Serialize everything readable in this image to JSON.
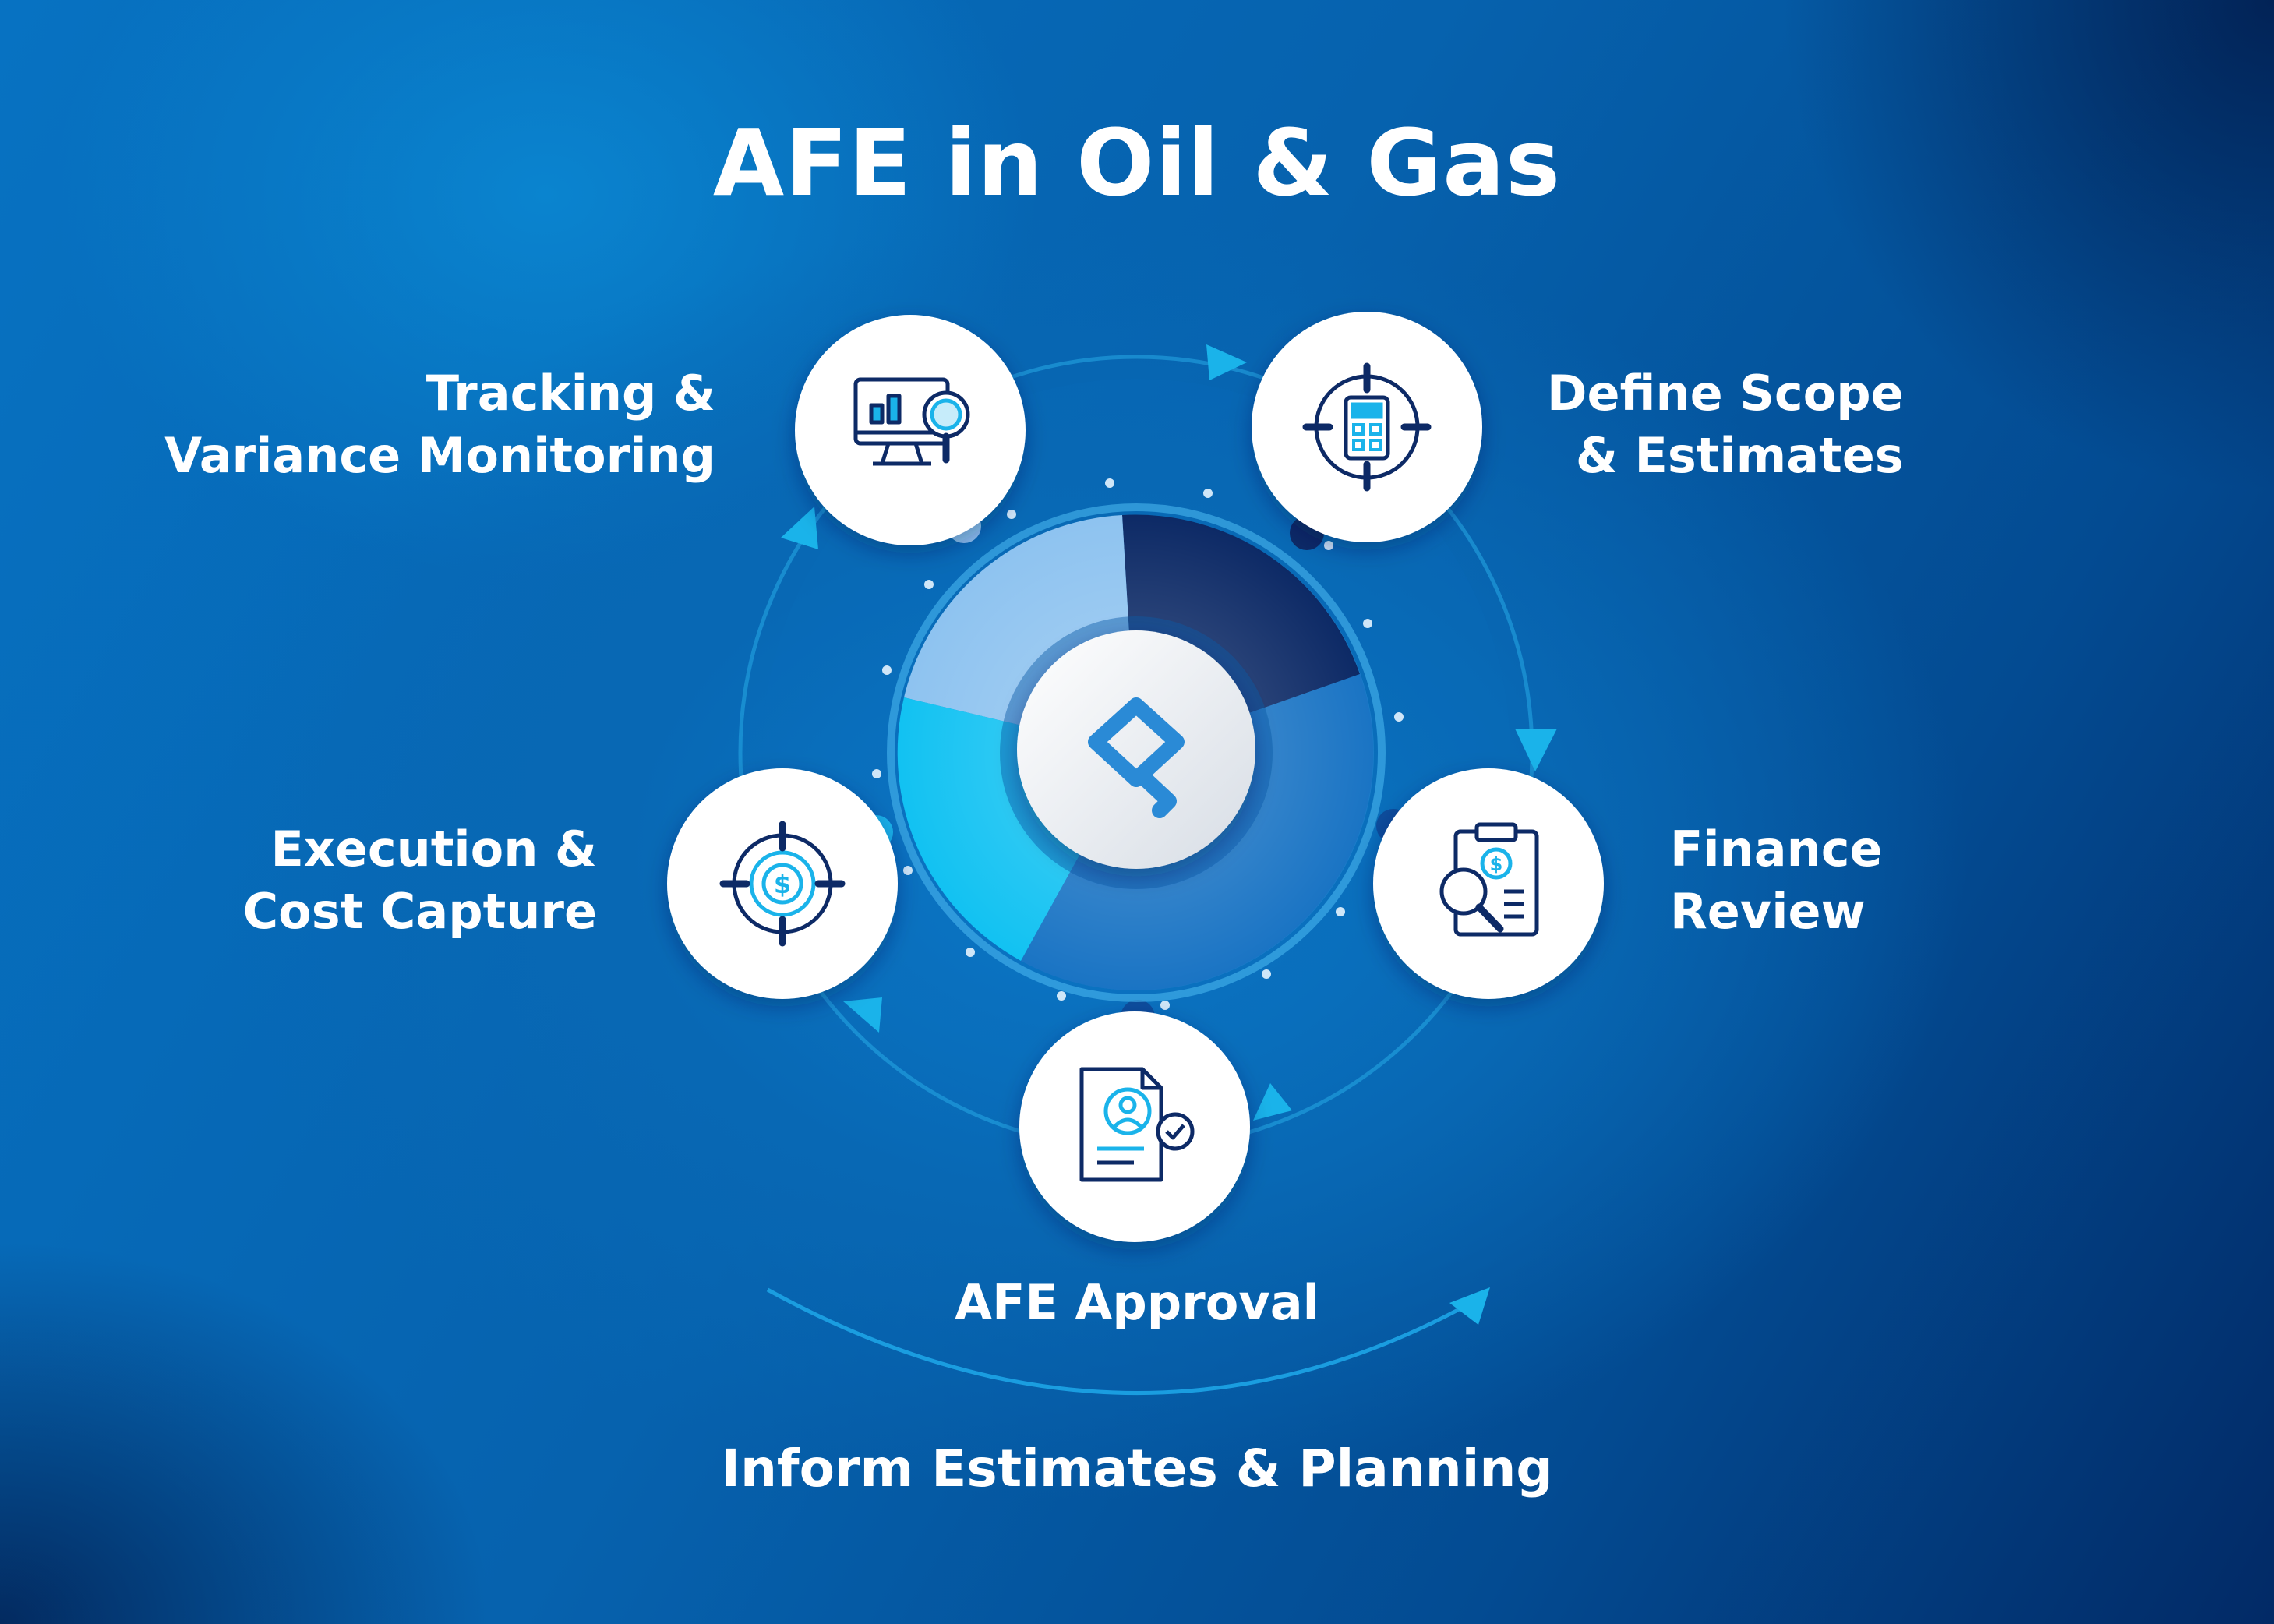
{
  "title": "AFE in Oil & Gas",
  "steps": {
    "tracking": {
      "line1": "Tracking &",
      "line2": "Variance Monitoring",
      "icon": "monitor-analytics-icon"
    },
    "define": {
      "line1": "Define Scope",
      "line2": "& Estimates",
      "icon": "calculator-target-icon"
    },
    "finance": {
      "line1": "Finance",
      "line2": "Review",
      "icon": "clipboard-search-icon"
    },
    "approval": {
      "line1": "AFE Approval",
      "icon": "approved-document-icon"
    },
    "execution": {
      "line1": "Execution &",
      "line2": "Cost Capture",
      "icon": "dollar-target-icon"
    }
  },
  "feedback_loop": "Inform Estimates & Planning",
  "center_logo": "logo-icon",
  "colors": {
    "accent": "#1ab3ea",
    "navy": "#0d2a66",
    "light_blue": "#8ec3f0",
    "white": "#ffffff"
  }
}
